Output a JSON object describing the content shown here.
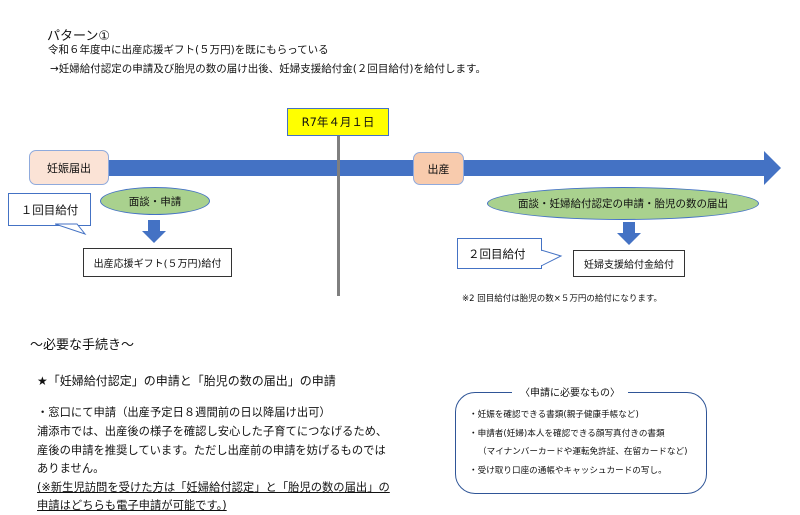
{
  "header": {
    "pattern_title": "パターン①",
    "line1": "令和６年度中に出産応援ギフト(５万円)を既にもらっている",
    "line2": "→妊婦給付認定の申請及び胎児の数の届け出後、妊婦支援給付金(２回目給付)を給付します。"
  },
  "timeline": {
    "date_label": "R7年４月１日",
    "start_label": "妊娠届出",
    "birth_label": "出産",
    "first": {
      "callout": "１回目給付",
      "step": "面談・申請",
      "result": "出産応援ギフト(５万円)給付"
    },
    "second": {
      "callout": "２回目給付",
      "step": "面談・妊婦給付認定の申請・胎児の数の届出",
      "result": "妊婦支援給付金給付"
    },
    "note": "※2 回目給付は胎児の数×５万円の給付になります。"
  },
  "procedures": {
    "title": "～必要な手続き～",
    "heading": "★「妊婦給付認定」の申請と「胎児の数の届出」の申請",
    "lines": [
      "・窓口にて申請（出産予定日８週間前の日以降届け出可）",
      "浦添市では、出産後の様子を確認し安心した子育てにつなげるため、",
      "産後の申請を推奨しています。ただし出産前の申請を妨げるものでは",
      "ありません。"
    ],
    "underlined": [
      "(※新生児訪問を受けた方は「妊婦給付認定」と「胎児の数の届出」の",
      "申請はどちらも電子申請が可能です。)"
    ]
  },
  "requirements": {
    "title": "〈申請に必要なもの〉",
    "items": [
      "・妊娠を確認できる書類(親子健康手帳など)",
      "・申請者(妊婦)本人を確認できる顔写真付きの書類",
      "（マイナンバーカードや運転免許証、在留カードなど)",
      "・受け取り口座の通帳やキャッシュカードの写し。"
    ]
  },
  "colors": {
    "bar": "#4472c4",
    "date_bg": "#ffff00",
    "ellipse": "#a9d18e",
    "start_box": "#fbe3d6",
    "birth_box": "#f8cbad"
  }
}
